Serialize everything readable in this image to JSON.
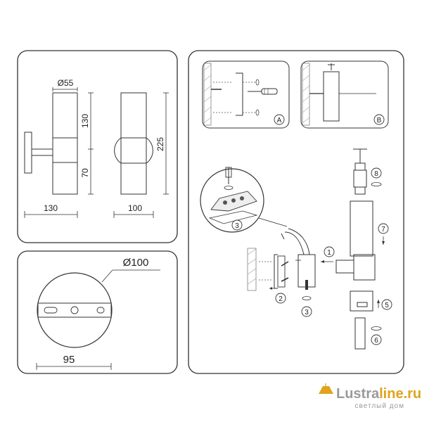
{
  "panel_dimensions": {
    "diameter_top": "Ø55",
    "height_upper": "130",
    "height_lower": "70",
    "height_total": "225",
    "depth": "130",
    "width": "100"
  },
  "panel_base": {
    "diameter": "Ø100",
    "mount_spacing": "95"
  },
  "panel_install": {
    "detail_a": "A",
    "detail_b": "B",
    "steps": [
      "1",
      "2",
      "3",
      "3",
      "5",
      "6",
      "7",
      "8"
    ]
  },
  "watermark": {
    "brand_part1": "Lustra",
    "brand_part2": "line.ru",
    "tagline": "светлый дом",
    "brand_color": "#9a9a9a",
    "accent_color": "#e0a31c"
  }
}
